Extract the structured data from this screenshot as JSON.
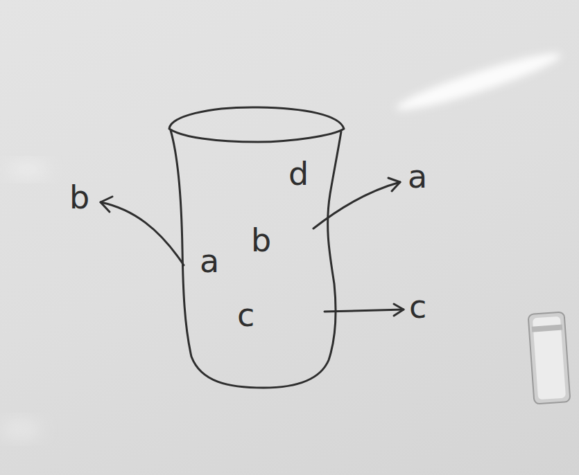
{
  "diagram": {
    "nodes": [
      {
        "text": [
          "d",
          "a",
          "b",
          "c"
        ]
      }
    ],
    "labels": [
      "b",
      "a",
      "c"
    ]
  }
}
